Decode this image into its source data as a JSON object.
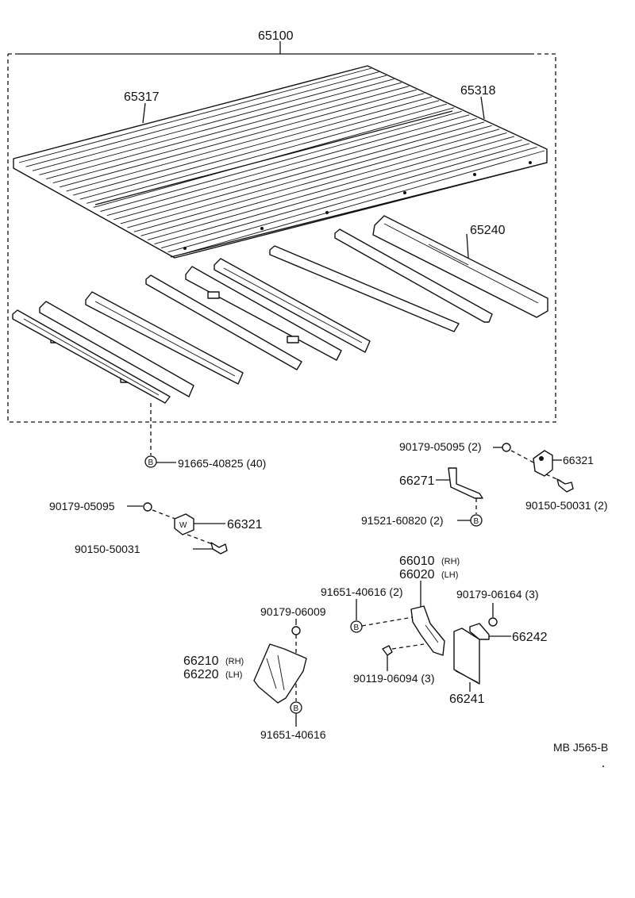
{
  "diagram": {
    "assembly": {
      "label": "65100"
    },
    "floor_panel_left": {
      "label": "65317"
    },
    "floor_panel_right": {
      "label": "65318"
    },
    "crossmember_rear": {
      "label": "65240"
    },
    "bolt_main": {
      "label": "91665-40825 (40)",
      "marker": "B"
    },
    "right_group": {
      "nut": {
        "label": "90179-05095 (2)"
      },
      "bracket": {
        "label": "66321"
      },
      "stay": {
        "label": "66271"
      },
      "screw": {
        "label": "90150-50031 (2)"
      },
      "bolt": {
        "label": "91521-60820 (2)",
        "marker": "B"
      }
    },
    "left_group": {
      "nut": {
        "label": "90179-05095"
      },
      "bracket": {
        "label": "66321"
      },
      "screw": {
        "label": "90150-50031"
      }
    },
    "mudguard_group": {
      "bracket_rh": {
        "label": "66010",
        "side": "(RH)"
      },
      "bracket_lh": {
        "label": "66020",
        "side": "(LH)"
      },
      "bolt_a": {
        "label": "91651-40616 (2)",
        "marker": "B"
      },
      "nut": {
        "label": "90179-06164 (3)"
      },
      "plate": {
        "label": "66242"
      },
      "mudguard": {
        "label": "66241"
      },
      "bolt_b": {
        "label": "90119-06094 (3)"
      }
    },
    "step_group": {
      "nut": {
        "label": "90179-06009"
      },
      "step_rh": {
        "label": "66210",
        "side": "(RH)"
      },
      "step_lh": {
        "label": "66220",
        "side": "(LH)"
      },
      "bolt": {
        "label": "91651-40616",
        "marker": "B"
      }
    },
    "ref_code": "MB  J565-B"
  }
}
